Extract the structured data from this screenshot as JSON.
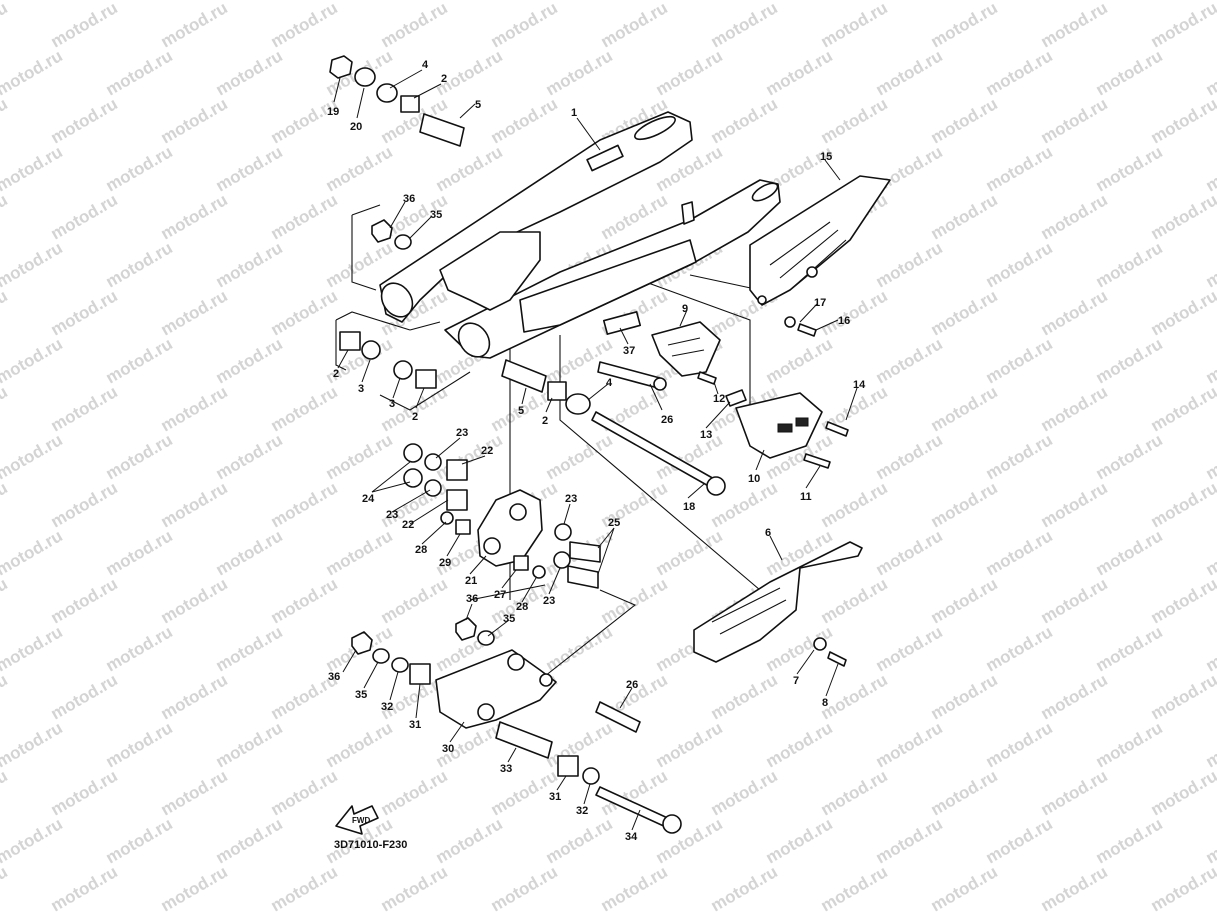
{
  "watermark": "motod.ru",
  "drawing_code": "3D71010-F230",
  "fwd_label": "FWD",
  "callouts": [
    {
      "text": "19"
    },
    {
      "text": "20"
    },
    {
      "text": "4"
    },
    {
      "text": "2"
    },
    {
      "text": "5"
    },
    {
      "text": "1"
    },
    {
      "text": "15"
    },
    {
      "text": "36"
    },
    {
      "text": "35"
    },
    {
      "text": "17"
    },
    {
      "text": "16"
    },
    {
      "text": "9"
    },
    {
      "text": "37"
    },
    {
      "text": "2"
    },
    {
      "text": "3"
    },
    {
      "text": "3"
    },
    {
      "text": "2"
    },
    {
      "text": "5"
    },
    {
      "text": "2"
    },
    {
      "text": "4"
    },
    {
      "text": "26"
    },
    {
      "text": "12"
    },
    {
      "text": "13"
    },
    {
      "text": "14"
    },
    {
      "text": "10"
    },
    {
      "text": "11"
    },
    {
      "text": "23"
    },
    {
      "text": "22"
    },
    {
      "text": "24"
    },
    {
      "text": "23"
    },
    {
      "text": "22"
    },
    {
      "text": "28"
    },
    {
      "text": "29"
    },
    {
      "text": "18"
    },
    {
      "text": "23"
    },
    {
      "text": "25"
    },
    {
      "text": "21"
    },
    {
      "text": "27"
    },
    {
      "text": "28"
    },
    {
      "text": "23"
    },
    {
      "text": "6"
    },
    {
      "text": "36"
    },
    {
      "text": "35"
    },
    {
      "text": "36"
    },
    {
      "text": "35"
    },
    {
      "text": "32"
    },
    {
      "text": "31"
    },
    {
      "text": "30"
    },
    {
      "text": "26"
    },
    {
      "text": "7"
    },
    {
      "text": "8"
    },
    {
      "text": "33"
    },
    {
      "text": "31"
    },
    {
      "text": "32"
    },
    {
      "text": "34"
    }
  ]
}
